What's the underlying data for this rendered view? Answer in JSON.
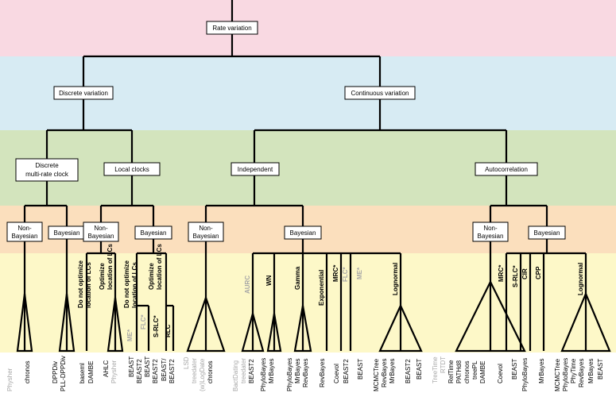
{
  "colors": {
    "band1": "#f9d9e2",
    "band2": "#d7ebf3",
    "band3": "#d3e4bd",
    "band4": "#fbdfbd",
    "band5": "#fdf8c8",
    "grey": "#a6a6a6"
  },
  "nodes": {
    "root": "Rate variation",
    "discrete": "Discrete variation",
    "continuous": "Continuous variation",
    "multi_rate_1": "Discrete",
    "multi_rate_2": "multi-rate clock",
    "local_clocks": "Local clocks",
    "independent": "Independent",
    "autocorrelation": "Autocorrelation",
    "non_bayesian_1": "Non-",
    "non_bayesian_2": "Bayesian",
    "bayesian": "Bayesian"
  },
  "categories": {
    "no_opt_1": "Do not optimize",
    "no_opt_2": "location of LCs",
    "opt_1": "Optimize",
    "opt_2": "location of LCs",
    "me": "ME*",
    "flc": "FLC*",
    "s_rlc": "S-RLC*",
    "rlc": "RLC",
    "aurc": "AURC",
    "wn": "WN",
    "gamma": "Gamma",
    "exponential": "Exponential",
    "mrc": "MRC*",
    "flc2": "FLC*",
    "me2": "ME*",
    "lognormal": "Lognormal",
    "mrc_auto": "MRC*",
    "s_rlc_auto": "S-RLC*",
    "cir": "CIR",
    "cpp": "CPP",
    "lognormal_auto": "Lognormal"
  },
  "software": {
    "physher1": "Physher",
    "chronos1": "chronos",
    "dpp_div": "DPPDiv",
    "pll_dppdiv": "PLL-DPPDiv",
    "baseml": "baseml",
    "dambe1": "DAMBE",
    "ahlc": "AHLC",
    "physher2": "Physher",
    "beast_a": "BEAST",
    "beast2_a": "BEAST2",
    "beast_b": "BEAST",
    "beast2_b": "BEAST2",
    "beast_beast2": "BEAST/",
    "beast_beast2_b": "BEAST2",
    "lsd": "LSD",
    "treedater": "treedater",
    "w_logdate": "(w)LogDate",
    "chronos2": "chronos",
    "bactdating": "BactDating",
    "treedater2": "treedater",
    "beast2_aurc": "BEAST2",
    "phylobayes1": "PhyloBayes",
    "mrbayes1": "MrBayes",
    "phylobayes2": "PhyloBayes",
    "mrbayes2": "MrBayes",
    "revbayes1": "RevBayes",
    "revbayes2": "RevBayes",
    "coevol1": "Coevol",
    "beast2_mrc": "BEAST2",
    "beast_me": "BEAST",
    "mcmctree1": "MCMCTree",
    "revbayes3": "RevBayes",
    "mrbayes3": "MrBayes",
    "beast2_logn": "BEAST2",
    "beast_logn": "BEAST",
    "treetime": "TreeTime",
    "rtd": "RTDT",
    "reltime": "RelTime",
    "path_d8": "PATHd8",
    "chronos3": "chronos",
    "treepl": "treePL",
    "dambe2": "DAMBE",
    "coevol2": "Coevol",
    "beast_auto": "BEAST",
    "phylobayes3": "PhyloBayes",
    "phylobayes4": "PhyloBayes",
    "mrbayes4": "MrBayes",
    "mcmctree2": "MCMCTree",
    "phylobayes5": "PhyloBayes",
    "phytime": "PhyTime",
    "revbayes4": "RevBayes",
    "mrbayes5": "MrBayes",
    "beast_final": "BEAST"
  }
}
